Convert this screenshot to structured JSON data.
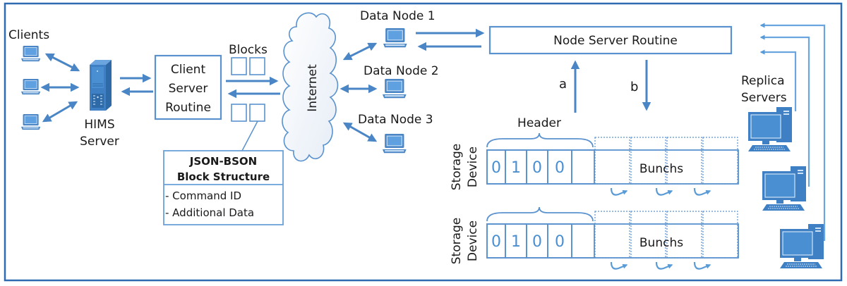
{
  "colors": {
    "frame": "#2e6bb0",
    "stroke": "#4a86c5",
    "box": "#5a92cf",
    "icon_fill": "#3f7fc4",
    "icon_light": "#6aa5e0",
    "cloud_fill": "#f4f7fb",
    "digit": "#4a8fd1"
  },
  "clients": {
    "label": "Clients",
    "count": 3,
    "icon": "laptop-icon"
  },
  "hims_server": {
    "line1": "HIMS",
    "line2": "Server",
    "icon": "server-tower-icon"
  },
  "client_server_routine": {
    "line1": "Client",
    "line2": "Server",
    "line3": "Routine"
  },
  "blocks": {
    "label": "Blocks"
  },
  "json_bson": {
    "title_line1": "JSON-BSON",
    "title_line2": "Block Structure",
    "items": [
      "- Command ID",
      "- Additional Data"
    ]
  },
  "internet": {
    "label": "Internet",
    "icon": "cloud-icon"
  },
  "data_nodes": [
    {
      "label": "Data Node 1"
    },
    {
      "label": "Data Node 2"
    },
    {
      "label": "Data Node 3"
    }
  ],
  "node_server_routine": {
    "label": "Node Server Routine"
  },
  "flow_labels": {
    "a": "a",
    "b": "b"
  },
  "storage": {
    "header_label": "Header",
    "device_line1": "Storage",
    "device_line2": "Device",
    "bits": [
      "0",
      "1",
      "0",
      "0",
      ""
    ],
    "bunchs_label": "Bunchs"
  },
  "replica": {
    "line1": "Replica",
    "line2": "Servers",
    "count": 3,
    "icon": "desktop-computer-icon"
  }
}
